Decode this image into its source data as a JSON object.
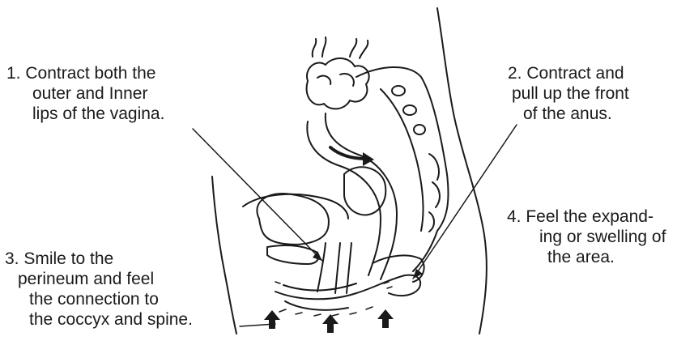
{
  "labels": {
    "one": [
      "1. Contract both the",
      "outer and Inner",
      "lips of the vagina."
    ],
    "two": [
      "2. Contract and",
      "pull up the front",
      "of the anus."
    ],
    "three": [
      "3. Smile to the",
      "perineum and feel",
      "the connection to",
      "the coccyx and spine."
    ],
    "four": [
      "4. Feel the expand-",
      "ing or swelling of",
      "the area."
    ]
  },
  "colors": {
    "ink": "#1a1a1a",
    "background": "#ffffff"
  },
  "icons": [
    "upward-arrow-icon",
    "curved-arrow-icon"
  ]
}
